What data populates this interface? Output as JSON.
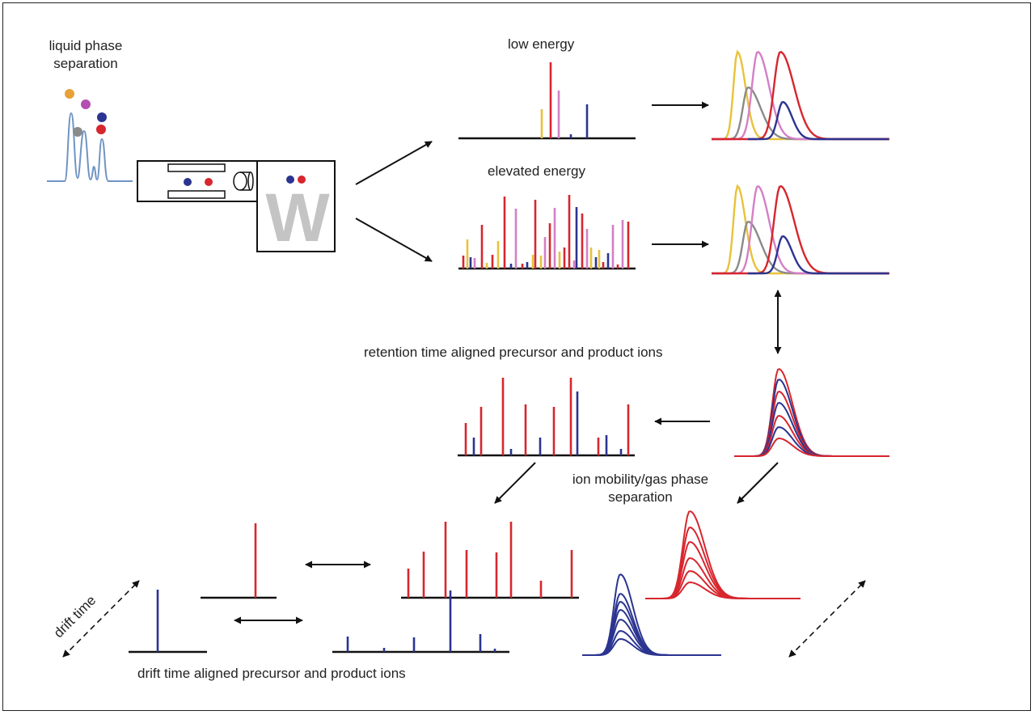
{
  "labels": {
    "liquid_phase": "liquid phase\nseparation",
    "low_energy": "low energy",
    "elevated_energy": "elevated energy",
    "rt_aligned": "retention time aligned precursor and product ions",
    "ion_mobility": "ion mobility/gas phase\nseparation",
    "drift_time_axis": "drift time",
    "dt_aligned": "drift time aligned precursor and product ions",
    "instrument_logo": "W"
  },
  "colors": {
    "red": "#d7262e",
    "blue": "#2b3490",
    "pink": "#d47fc6",
    "yellow": "#e8c23a",
    "orange": "#e8a037",
    "gray": "#8a8a8a",
    "trace": "#6f94c4",
    "axis": "#111111"
  },
  "icons": {
    "instrument": "mass-spectrometer-icon",
    "arrow": "arrow-icon"
  }
}
